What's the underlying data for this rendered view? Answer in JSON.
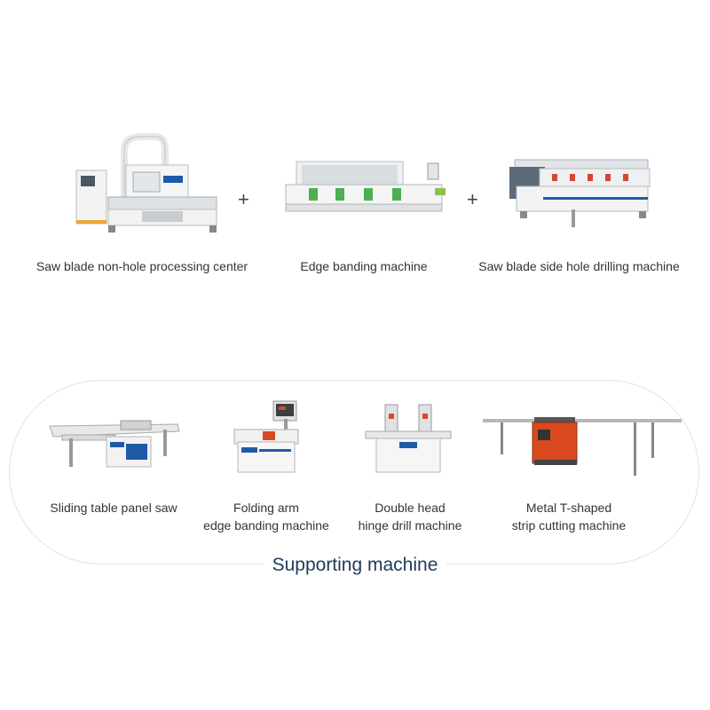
{
  "top_row": {
    "machines": [
      {
        "label": "Saw blade non-hole processing center",
        "image": "cnc-nesting-router-image"
      },
      {
        "label": "Edge banding machine",
        "image": "edge-banding-machine-image"
      },
      {
        "label": "Saw blade side hole drilling machine",
        "image": "side-hole-drilling-machine-image"
      }
    ],
    "operators": [
      "+",
      "+"
    ]
  },
  "supporting": {
    "title": "Supporting machine",
    "machines": [
      {
        "label_line1": "Sliding table panel saw",
        "label_line2": "",
        "image": "sliding-table-saw-image"
      },
      {
        "label_line1": "Folding arm",
        "label_line2": "edge banding machine",
        "image": "folding-arm-edge-bander-image"
      },
      {
        "label_line1": "Double head",
        "label_line2": "hinge drill machine",
        "image": "hinge-drill-machine-image"
      },
      {
        "label_line1": "Metal T-shaped",
        "label_line2": "strip cutting machine",
        "image": "t-strip-cutter-image"
      }
    ]
  },
  "colors": {
    "brand_blue": "#1f5aa8",
    "accent_green": "#4caf50",
    "accent_red": "#d94a1e",
    "title_navy": "#1f3a5a"
  }
}
